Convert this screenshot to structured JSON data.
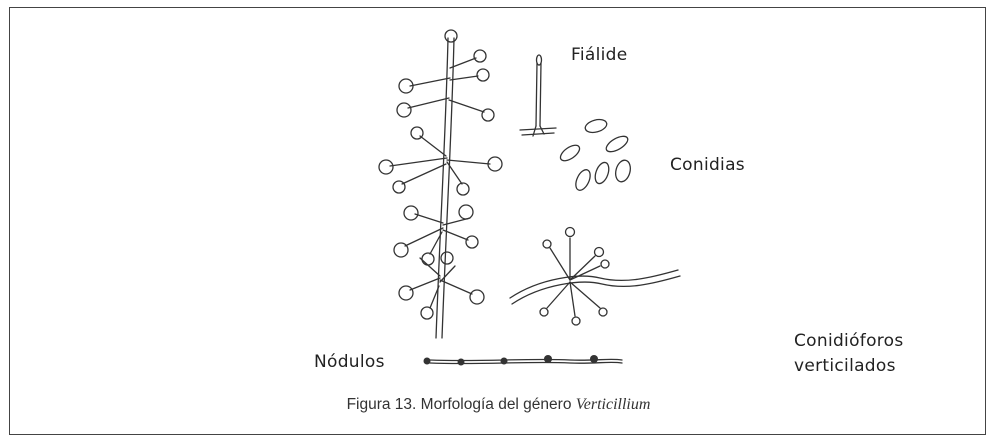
{
  "figure": {
    "labels": {
      "fialide": "Fiálide",
      "conidias": "Conidias",
      "conidioforos_line1": "Conidióforos",
      "conidioforos_line2": "verticilados",
      "nodulos": "Nódulos"
    },
    "caption": {
      "prefix": "Figura 13. Morfología del género",
      "genus": "Verticillium"
    },
    "colors": {
      "border": "#444444",
      "ink": "#333333",
      "background": "#ffffff"
    }
  }
}
